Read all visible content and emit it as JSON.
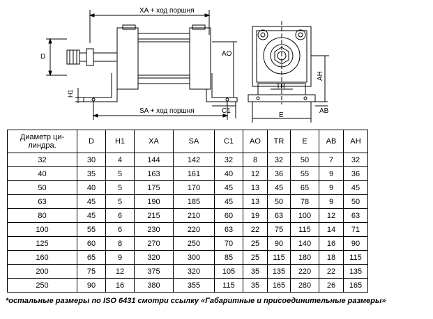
{
  "drawing": {
    "side_view": {
      "top_dimension": "XA + ход поршня",
      "bottom_dimension": "SA + ход поршня",
      "left_label": "D",
      "h1_label": "H1",
      "ao_label": "AO",
      "c1_label": "C1"
    },
    "end_view": {
      "tr_label": "TR",
      "e_label": "E",
      "ab_label": "AB",
      "ah_label": "AH"
    }
  },
  "table": {
    "headers": [
      "Диаметр ци-\nлиндра.",
      "D",
      "H1",
      "XA",
      "SA",
      "C1",
      "AO",
      "TR",
      "E",
      "AB",
      "AH"
    ],
    "rows": [
      [
        "32",
        "30",
        "4",
        "144",
        "142",
        "32",
        "8",
        "32",
        "50",
        "7",
        "32"
      ],
      [
        "40",
        "35",
        "5",
        "163",
        "161",
        "40",
        "12",
        "36",
        "55",
        "9",
        "36"
      ],
      [
        "50",
        "40",
        "5",
        "175",
        "170",
        "45",
        "13",
        "45",
        "65",
        "9",
        "45"
      ],
      [
        "63",
        "45",
        "5",
        "190",
        "185",
        "45",
        "13",
        "50",
        "78",
        "9",
        "50"
      ],
      [
        "80",
        "45",
        "6",
        "215",
        "210",
        "60",
        "19",
        "63",
        "100",
        "12",
        "63"
      ],
      [
        "100",
        "55",
        "6",
        "230",
        "220",
        "63",
        "22",
        "75",
        "115",
        "14",
        "71"
      ],
      [
        "125",
        "60",
        "8",
        "270",
        "250",
        "70",
        "25",
        "90",
        "140",
        "16",
        "90"
      ],
      [
        "160",
        "65",
        "9",
        "320",
        "300",
        "85",
        "25",
        "115",
        "180",
        "18",
        "115"
      ],
      [
        "200",
        "75",
        "12",
        "375",
        "320",
        "105",
        "35",
        "135",
        "220",
        "22",
        "135"
      ],
      [
        "250",
        "90",
        "16",
        "380",
        "355",
        "115",
        "35",
        "165",
        "280",
        "26",
        "165"
      ]
    ]
  },
  "footnote": "*остальные размеры по ISO 6431 смотри ссылку «Габаритные и присоединительные размеры»"
}
